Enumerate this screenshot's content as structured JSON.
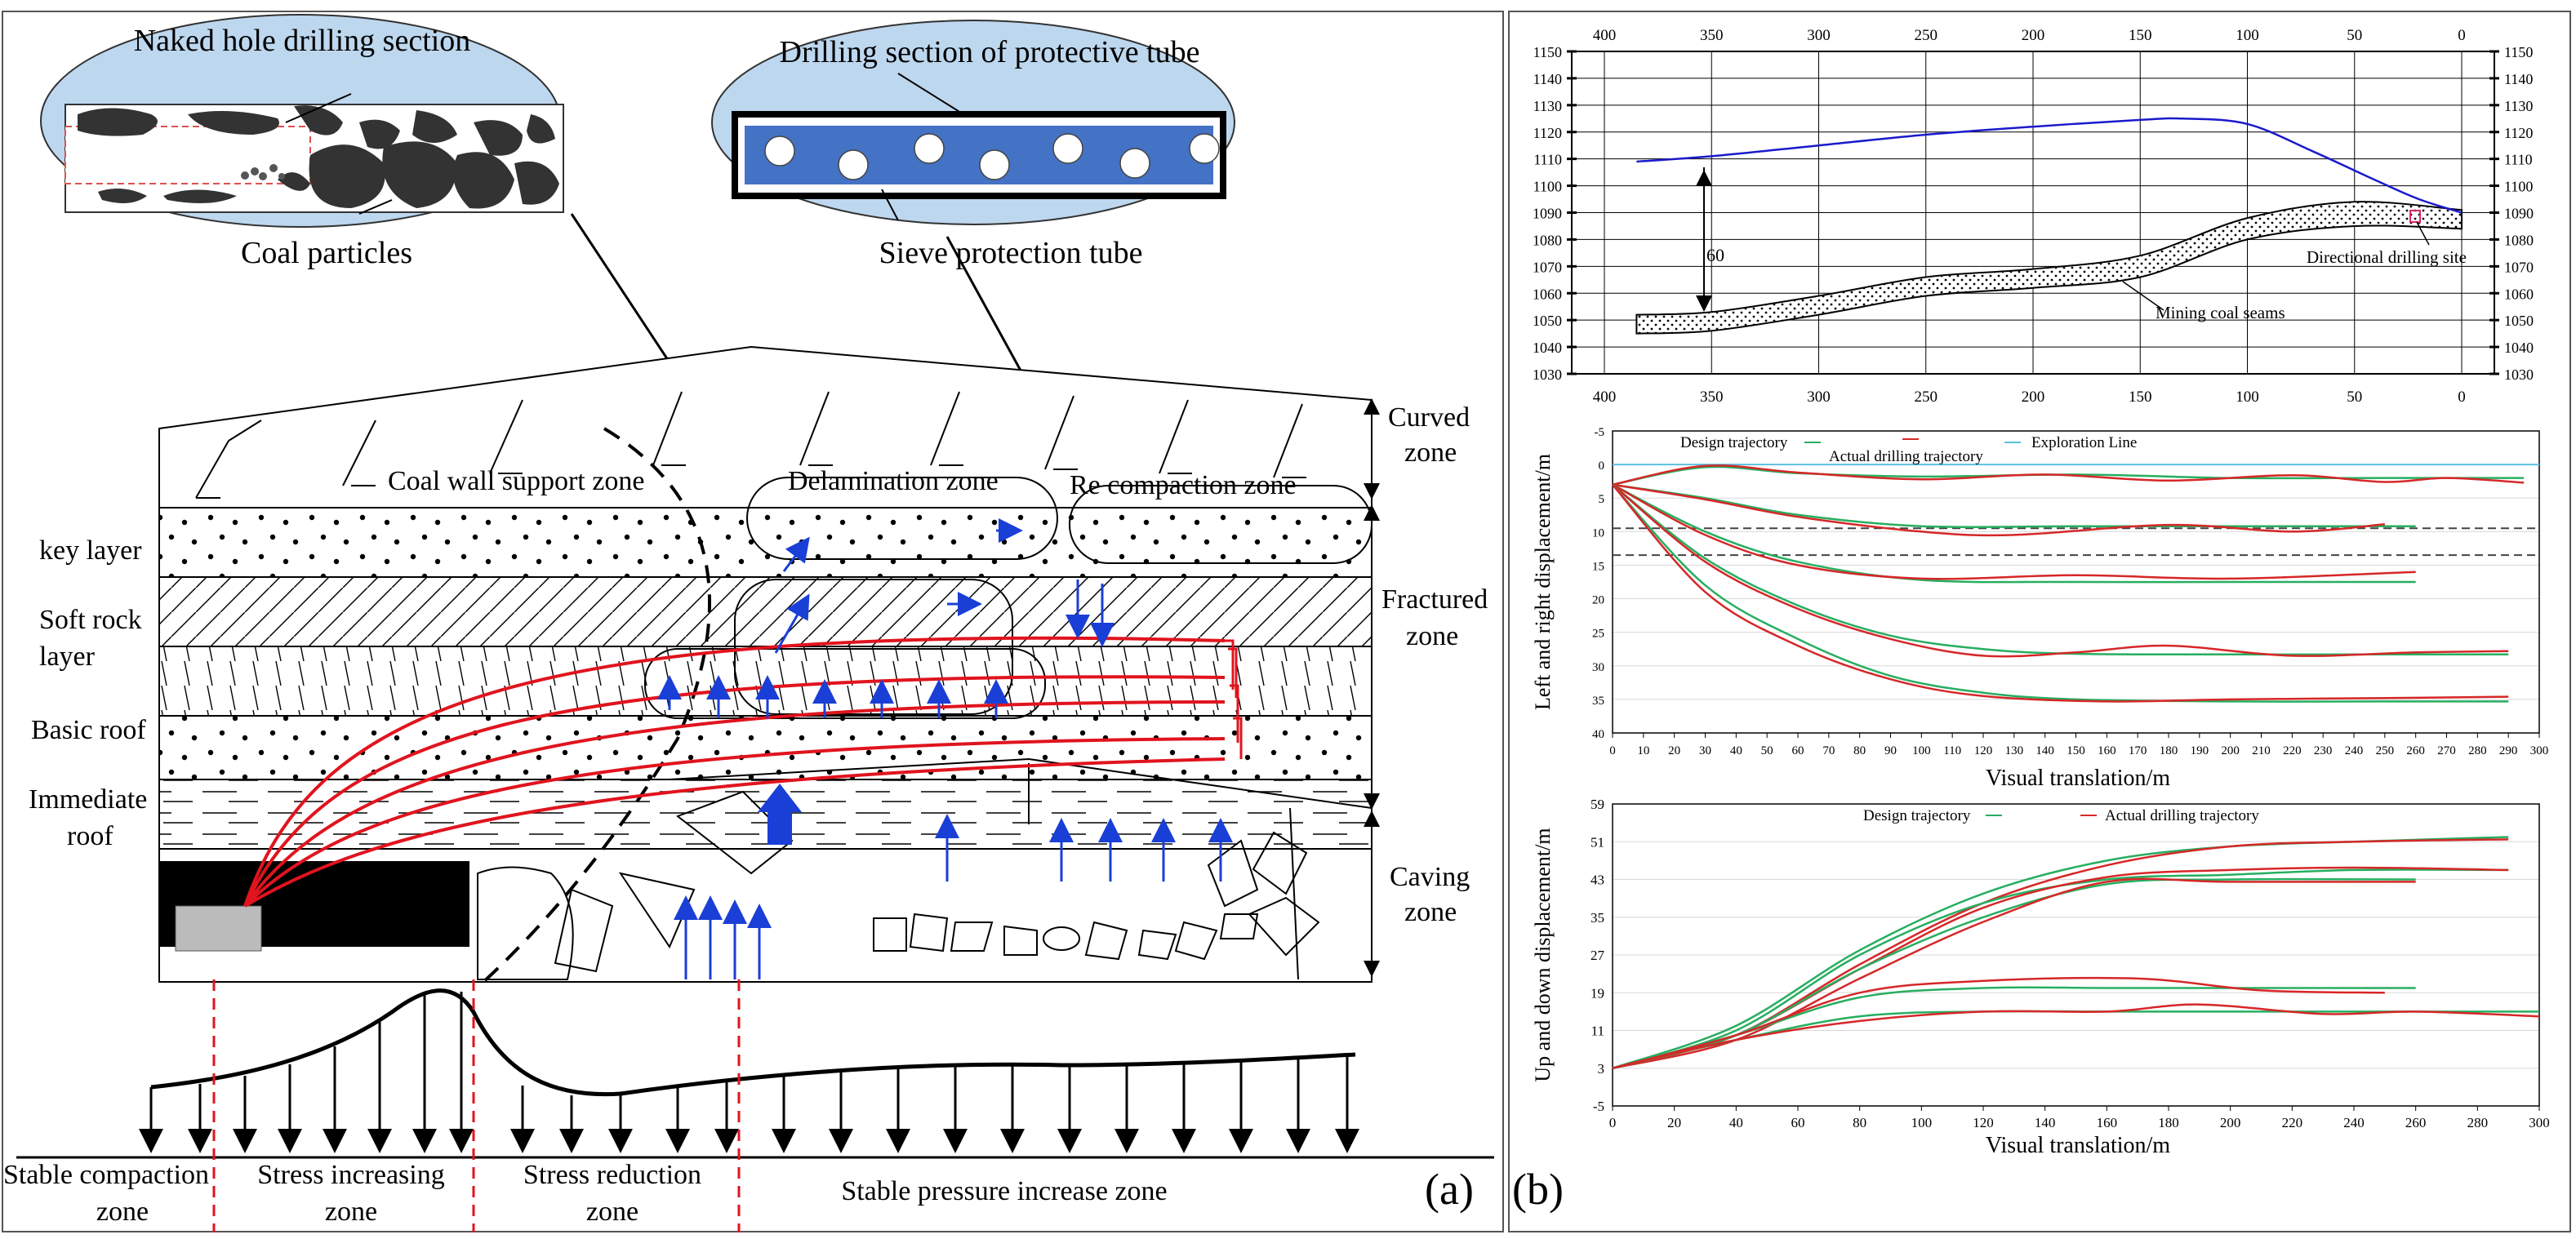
{
  "panel_a": {
    "tag": "(a)",
    "callouts": {
      "naked_title": "Naked hole drilling section",
      "coal_particles": "Coal particles",
      "tube_title": "Drilling section of protective tube",
      "sieve": "Sieve protection tube"
    },
    "zones": {
      "coal_wall": "Coal wall support zone",
      "delamination": "Delamination zone",
      "recompaction": "Re compaction zone",
      "curved": [
        "Curved",
        "zone"
      ],
      "fractured": [
        "Fractured",
        "zone"
      ],
      "caving": [
        "Caving",
        "zone"
      ]
    },
    "layers": {
      "key": "key layer",
      "soft": [
        "Soft rock",
        "layer"
      ],
      "basic": "Basic roof",
      "immediate": [
        "Immediate",
        "roof"
      ]
    },
    "stress": {
      "stable_compaction": [
        "Stable compaction",
        "zone"
      ],
      "increasing": [
        "Stress increasing",
        "zone"
      ],
      "reduction": [
        "Stress reduction",
        "zone"
      ],
      "stable_increase": "Stable pressure increase zone"
    }
  },
  "panel_b": {
    "tag": "(b)",
    "top_profile": {
      "x_ticks": [
        "400",
        "350",
        "300",
        "250",
        "200",
        "150",
        "100",
        "50",
        "0"
      ],
      "y_ticks": [
        "1150",
        "1140",
        "1130",
        "1120",
        "1110",
        "1100",
        "1090",
        "1080",
        "1070",
        "1060",
        "1050",
        "1040",
        "1030"
      ],
      "annotation_height": "60",
      "label_site": "Directional drilling site",
      "label_seam": "Mining coal seams",
      "colors": {
        "trajectory": "#1a1acc",
        "site": "#e0245e"
      }
    },
    "chart_lr": {
      "ylabel": "Left and right displacement/m",
      "xlabel": "Visual translation/m",
      "legend": [
        "Design trajectory",
        "Actual drilling trajectory",
        "Exploration Line"
      ],
      "colors": {
        "design": "#27ae60",
        "actual": "#d62728",
        "exploration": "#5bc0de"
      }
    },
    "chart_ud": {
      "ylabel": "Up and down displacement/m",
      "xlabel": "Visual translation/m",
      "legend": [
        "Design trajectory",
        "Actual drilling trajectory"
      ],
      "colors": {
        "design": "#27ae60",
        "actual": "#d62728"
      }
    }
  },
  "chart_data": [
    {
      "type": "line",
      "title": "",
      "xlabel": "",
      "ylabel": "",
      "x_reversed": true,
      "xlim": [
        400,
        0
      ],
      "ylim": [
        1030,
        1150
      ],
      "x_ticks": [
        400,
        350,
        300,
        250,
        200,
        150,
        100,
        50,
        0
      ],
      "y_ticks": [
        1150,
        1140,
        1130,
        1120,
        1110,
        1100,
        1090,
        1080,
        1070,
        1060,
        1050,
        1040,
        1030
      ],
      "series": [
        {
          "x": [
            385,
            350,
            300,
            250,
            200,
            150,
            130,
            100,
            70,
            40,
            20,
            0
          ],
          "y": [
            1109,
            1111,
            1115,
            1119,
            1122,
            1124.5,
            1125,
            1123,
            1113,
            1102,
            1095,
            1090
          ]
        }
      ],
      "bands": [
        {
          "upper": {
            "x": [
              385,
              350,
              300,
              250,
              200,
              150,
              100,
              50,
              0
            ],
            "y": [
              1052,
              1053,
              1059,
              1066,
              1069,
              1074,
              1088,
              1094,
              1091
            ]
          },
          "lower": {
            "x": [
              385,
              350,
              300,
              250,
              200,
              150,
              100,
              50,
              0
            ],
            "y": [
              1045,
              1046,
              1052,
              1059,
              1062,
              1066,
              1080,
              1085,
              1084
            ]
          }
        }
      ]
    },
    {
      "type": "line",
      "title": "",
      "xlabel": "Visual translation/m",
      "ylabel": "Left and right displacement/m",
      "xlim": [
        0,
        300
      ],
      "ylim": [
        -5,
        40
      ],
      "y_reversed": true,
      "x_ticks": [
        0,
        10,
        20,
        30,
        40,
        50,
        60,
        70,
        80,
        90,
        100,
        110,
        120,
        130,
        140,
        150,
        160,
        170,
        180,
        190,
        200,
        210,
        220,
        230,
        240,
        250,
        260,
        270,
        280,
        290,
        300
      ],
      "y_ticks": [
        -5,
        0,
        5,
        10,
        15,
        20,
        25,
        30,
        35,
        40
      ],
      "reference_lines": [
        {
          "name": "Exploration Line",
          "y": 0
        },
        {
          "y": 9.5,
          "style": "dashed"
        },
        {
          "y": 13.5,
          "style": "dashed"
        }
      ],
      "series": [
        {
          "name": "Design trajectory",
          "group": 1,
          "x": [
            0,
            30,
            60,
            100,
            150,
            200,
            250,
            295
          ],
          "y": [
            3,
            0.4,
            1.3,
            1.8,
            1.5,
            2,
            2,
            2
          ]
        },
        {
          "name": "Actual drilling trajectory",
          "group": 1,
          "x": [
            0,
            30,
            60,
            100,
            140,
            180,
            220,
            250,
            270,
            295
          ],
          "y": [
            3,
            0.2,
            1.2,
            2.2,
            1.5,
            2.4,
            1.6,
            2.6,
            2,
            2.7
          ]
        },
        {
          "name": "Design trajectory",
          "group": 2,
          "x": [
            0,
            30,
            60,
            100,
            150,
            200,
            260
          ],
          "y": [
            3,
            5,
            7.5,
            9.2,
            9.2,
            9.2,
            9.2
          ]
        },
        {
          "name": "Actual drilling trajectory",
          "group": 2,
          "x": [
            0,
            30,
            60,
            100,
            130,
            180,
            220,
            250
          ],
          "y": [
            3,
            5.2,
            7.8,
            10,
            10.5,
            9,
            10,
            8.9
          ]
        },
        {
          "name": "Design trajectory",
          "group": 3,
          "x": [
            0,
            30,
            60,
            100,
            150,
            200,
            260
          ],
          "y": [
            3,
            10,
            14.5,
            17.2,
            17.5,
            17.5,
            17.5
          ]
        },
        {
          "name": "Actual drilling trajectory",
          "group": 3,
          "x": [
            0,
            30,
            60,
            100,
            150,
            200,
            260
          ],
          "y": [
            3,
            10.5,
            15,
            17,
            16.5,
            17,
            16
          ]
        },
        {
          "name": "Design trajectory",
          "group": 4,
          "x": [
            0,
            30,
            60,
            90,
            120,
            150,
            200,
            250,
            290
          ],
          "y": [
            3,
            14,
            21,
            25.5,
            27.5,
            28.2,
            28.3,
            28.3,
            28.3
          ]
        },
        {
          "name": "Actual drilling trajectory",
          "group": 4,
          "x": [
            0,
            30,
            60,
            90,
            120,
            150,
            180,
            220,
            260,
            290
          ],
          "y": [
            3,
            14.5,
            21.5,
            26,
            28.5,
            28,
            27,
            28.5,
            28,
            27.8
          ]
        },
        {
          "name": "Design trajectory",
          "group": 5,
          "x": [
            0,
            30,
            60,
            90,
            120,
            150,
            200,
            250,
            290
          ],
          "y": [
            3,
            18,
            26,
            31.5,
            34,
            35,
            35.3,
            35.3,
            35.3
          ]
        },
        {
          "name": "Actual drilling trajectory",
          "group": 5,
          "x": [
            0,
            30,
            60,
            90,
            120,
            160,
            200,
            250,
            290
          ],
          "y": [
            3,
            19,
            27,
            32,
            34.5,
            35.3,
            35,
            34.8,
            34.6
          ]
        }
      ]
    },
    {
      "type": "line",
      "title": "",
      "xlabel": "Visual translation/m",
      "ylabel": "Up and down displacement/m",
      "xlim": [
        0,
        300
      ],
      "ylim": [
        -5,
        59
      ],
      "x_ticks": [
        0,
        20,
        40,
        60,
        80,
        100,
        120,
        140,
        160,
        180,
        200,
        220,
        240,
        260,
        280,
        300
      ],
      "y_ticks": [
        -5,
        3,
        11,
        19,
        27,
        35,
        43,
        51,
        59
      ],
      "series": [
        {
          "name": "Design trajectory",
          "group": 1,
          "x": [
            0,
            40,
            80,
            120,
            160,
            200,
            240,
            290
          ],
          "y": [
            3,
            12,
            28,
            40,
            47,
            50,
            51,
            52
          ]
        },
        {
          "name": "Actual drilling trajectory",
          "group": 1,
          "x": [
            0,
            40,
            80,
            120,
            160,
            200,
            240,
            290
          ],
          "y": [
            3,
            10,
            25,
            38,
            46,
            50,
            51,
            51.5
          ]
        },
        {
          "name": "Design trajectory",
          "group": 2,
          "x": [
            0,
            40,
            80,
            120,
            160,
            200,
            240,
            290
          ],
          "y": [
            3,
            11,
            27,
            38,
            43,
            44,
            45,
            45
          ]
        },
        {
          "name": "Actual drilling trajectory",
          "group": 2,
          "x": [
            0,
            40,
            80,
            120,
            160,
            200,
            240,
            290
          ],
          "y": [
            3,
            10,
            24,
            37,
            43.5,
            45,
            45.5,
            45
          ]
        },
        {
          "name": "Design trajectory",
          "group": 3,
          "x": [
            0,
            40,
            80,
            120,
            160,
            200,
            260
          ],
          "y": [
            3,
            10,
            24,
            35,
            42,
            43,
            43
          ]
        },
        {
          "name": "Actual drilling trajectory",
          "group": 3,
          "x": [
            0,
            40,
            80,
            120,
            160,
            200,
            260
          ],
          "y": [
            3,
            9,
            22,
            34,
            42.5,
            42.5,
            42.5
          ]
        },
        {
          "name": "Design trajectory",
          "group": 4,
          "x": [
            0,
            40,
            80,
            120,
            160,
            200,
            260
          ],
          "y": [
            3,
            10,
            18,
            20,
            20,
            20,
            20
          ]
        },
        {
          "name": "Actual drilling trajectory",
          "group": 4,
          "x": [
            0,
            40,
            80,
            120,
            170,
            210,
            250
          ],
          "y": [
            3,
            10,
            19,
            21.5,
            22,
            19.5,
            19
          ]
        },
        {
          "name": "Design trajectory",
          "group": 5,
          "x": [
            0,
            40,
            80,
            120,
            160,
            200,
            260,
            300
          ],
          "y": [
            3,
            9,
            14,
            15,
            15,
            15,
            15,
            15
          ]
        },
        {
          "name": "Actual drilling trajectory",
          "group": 5,
          "x": [
            0,
            40,
            80,
            120,
            160,
            190,
            230,
            260,
            300
          ],
          "y": [
            3,
            9,
            13,
            15,
            15,
            16.5,
            14.5,
            15,
            14
          ]
        }
      ]
    }
  ]
}
